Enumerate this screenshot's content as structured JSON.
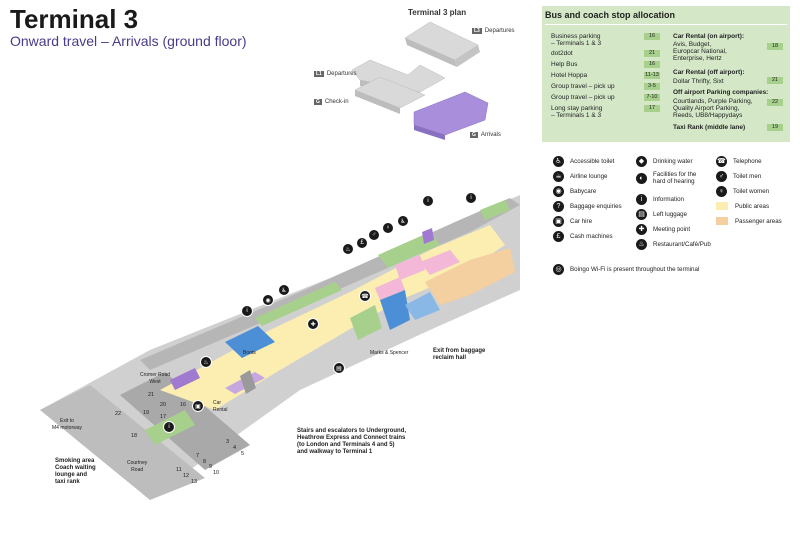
{
  "header": {
    "title": "Terminal 3",
    "subtitle": "Onward travel – Arrivals (ground floor)"
  },
  "plan": {
    "title": "Terminal 3 plan",
    "levels": [
      {
        "code": "L3",
        "label": "Departures"
      },
      {
        "code": "L1",
        "label": "Departures"
      },
      {
        "code": "G",
        "label": "Check-in"
      },
      {
        "code": "G",
        "label": "Arrivals"
      }
    ]
  },
  "allocation": {
    "title": "Bus and coach stop allocation",
    "left": [
      {
        "label": "Business parking\n– Terminals 1 & 3",
        "stop": "16"
      },
      {
        "label": "dot2dot",
        "stop": "21"
      },
      {
        "label": "Help Bus",
        "stop": "16"
      },
      {
        "label": "Hotel Hoppa",
        "stop": "11-13"
      },
      {
        "label": "Group travel – pick up",
        "stop": "3-5"
      },
      {
        "label": "Group travel – pick up",
        "stop": "7-10"
      },
      {
        "label": "Long stay parking\n– Terminals 1 & 3",
        "stop": "17"
      }
    ],
    "right": [
      {
        "heading": "Car Rental (on airport):",
        "label": "Avis, Budget,\nEuropcar National,\nEnterprise, Hertz",
        "stop": "18"
      },
      {
        "heading": "Car Rental (off airport):",
        "label": "Dollar Thrifty, Sixt",
        "stop": "21"
      },
      {
        "heading": "Off airport Parking companies:",
        "label": "Courtlands, Purple Parking,\nQuality Airport Parking,\nReeds, UB8/Happydays",
        "stop": "22"
      },
      {
        "heading": "Taxi Rank (middle lane)",
        "label": "",
        "stop": "19"
      }
    ]
  },
  "legend": {
    "col1": [
      {
        "icon": "accessible-toilet-icon",
        "glyph": "♿",
        "label": "Accessible toilet"
      },
      {
        "icon": "airline-lounge-icon",
        "glyph": "☕",
        "label": "Airline lounge"
      },
      {
        "icon": "babycare-icon",
        "glyph": "◉",
        "label": "Babycare"
      },
      {
        "icon": "baggage-enquiries-icon",
        "glyph": "?",
        "label": "Baggage enquiries"
      },
      {
        "icon": "car-hire-icon",
        "glyph": "▣",
        "label": "Car hire"
      },
      {
        "icon": "cash-machines-icon",
        "glyph": "£",
        "label": "Cash machines"
      }
    ],
    "col2": [
      {
        "icon": "drinking-water-icon",
        "glyph": "◆",
        "label": "Drinking water"
      },
      {
        "icon": "hearing-facilities-icon",
        "glyph": "◐",
        "label": "Facilities for the\nhard of hearing"
      },
      {
        "icon": "information-icon",
        "glyph": "i",
        "label": "Information"
      },
      {
        "icon": "left-luggage-icon",
        "glyph": "▤",
        "label": "Left luggage"
      },
      {
        "icon": "meeting-point-icon",
        "glyph": "✚",
        "label": "Meeting point"
      },
      {
        "icon": "restaurant-icon",
        "glyph": "♨",
        "label": "Restaurant/Café/Pub"
      }
    ],
    "col3": [
      {
        "icon": "telephone-icon",
        "glyph": "☎",
        "label": "Telephone"
      },
      {
        "icon": "toilet-men-icon",
        "glyph": "♂",
        "label": "Toilet men"
      },
      {
        "icon": "toilet-women-icon",
        "glyph": "♀",
        "label": "Toilet women"
      }
    ],
    "areas": [
      {
        "label": "Public areas",
        "color": "#fbeeb0"
      },
      {
        "label": "Passenger areas",
        "color": "#f4cfa0"
      }
    ],
    "wifi": {
      "glyph": "◎",
      "label": "Boingo Wi-Fi is present throughout the terminal"
    }
  },
  "map": {
    "labels": {
      "boots": "Boots",
      "marks": "Marks & Spencer",
      "car_rental": "Car\nRental",
      "cromer": "Cromer Road\nWest",
      "courtney": "Courtney\nRoad",
      "exit_m4": "Exit to\nM4 motorway",
      "smoking": "Smoking area\nCoach waiting\nlounge and\ntaxi rank",
      "exit_baggage": "Exit from baggage\nreclaim hall",
      "stairs": "Stairs and escalators to Underground,\nHeathrow Express and Connect trains\n(to London and Terminals 4 and 5)\nand walkway to Terminal 1"
    },
    "stops": [
      "22",
      "21",
      "20",
      "19",
      "18",
      "17",
      "16",
      "3",
      "4",
      "5",
      "7",
      "8",
      "9",
      "10",
      "11",
      "12",
      "13"
    ]
  },
  "colors": {
    "public": "#fbeeb0",
    "passenger": "#f4cfa0",
    "green_area": "#a8d08d",
    "pink_shop": "#f3b8d8",
    "blue_shop": "#4c8fd6",
    "purple_plan": "#a98fdb",
    "grey_roof": "#c9c9c9"
  }
}
